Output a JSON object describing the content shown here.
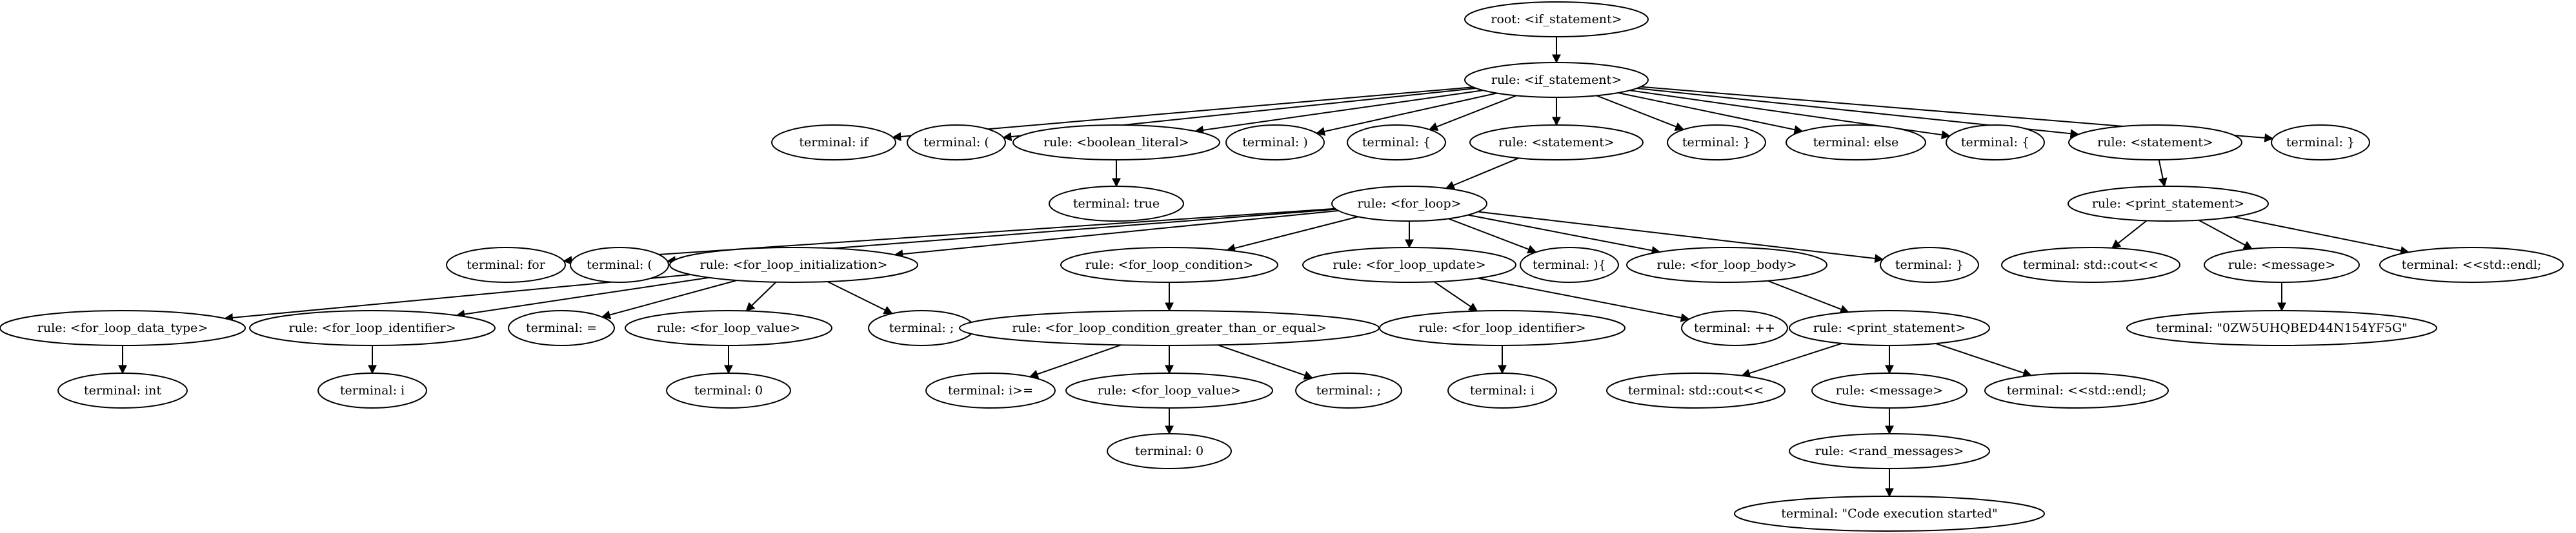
{
  "diagram": {
    "colors": {
      "stroke": "#000000",
      "fill": "#ffffff",
      "text": "#000000"
    },
    "nodes": [
      {
        "id": "root",
        "label": "root: <if_statement>",
        "children": [
          "if"
        ]
      },
      {
        "id": "if",
        "label": "rule: <if_statement>",
        "children": [
          "t_if",
          "t_lp",
          "bool",
          "t_rp",
          "t_lb1",
          "stmt1",
          "t_rb1",
          "t_else",
          "t_lb2",
          "stmt2",
          "t_rb2"
        ]
      },
      {
        "id": "t_if",
        "label": "terminal: if",
        "children": []
      },
      {
        "id": "t_lp",
        "label": "terminal: (",
        "children": []
      },
      {
        "id": "bool",
        "label": "rule: <boolean_literal>",
        "children": [
          "t_true"
        ]
      },
      {
        "id": "t_rp",
        "label": "terminal: )",
        "children": []
      },
      {
        "id": "t_lb1",
        "label": "terminal: {",
        "children": []
      },
      {
        "id": "stmt1",
        "label": "rule: <statement>",
        "children": [
          "forloop"
        ]
      },
      {
        "id": "t_rb1",
        "label": "terminal: }",
        "children": []
      },
      {
        "id": "t_else",
        "label": "terminal: else",
        "children": []
      },
      {
        "id": "t_lb2",
        "label": "terminal: {",
        "children": []
      },
      {
        "id": "stmt2",
        "label": "rule: <statement>",
        "children": [
          "print1"
        ]
      },
      {
        "id": "t_rb2",
        "label": "terminal: }",
        "children": []
      },
      {
        "id": "t_true",
        "label": "terminal: true",
        "children": []
      },
      {
        "id": "forloop",
        "label": "rule: <for_loop>",
        "children": [
          "t_for",
          "t_lp2",
          "finit",
          "fcond",
          "fupd",
          "t_rpb",
          "fbody",
          "t_rb3"
        ]
      },
      {
        "id": "print1",
        "label": "rule: <print_statement>",
        "children": [
          "t_cout1",
          "msg1",
          "t_endl1"
        ]
      },
      {
        "id": "t_for",
        "label": "terminal: for",
        "children": []
      },
      {
        "id": "t_lp2",
        "label": "terminal: (",
        "children": []
      },
      {
        "id": "finit",
        "label": "rule: <for_loop_initialization>",
        "children": [
          "fdtype",
          "fid1",
          "t_eq",
          "fval1",
          "t_semi1"
        ]
      },
      {
        "id": "fcond",
        "label": "rule: <for_loop_condition>",
        "children": [
          "fgte"
        ]
      },
      {
        "id": "fupd",
        "label": "rule: <for_loop_update>",
        "children": [
          "fid2",
          "t_pp"
        ]
      },
      {
        "id": "t_rpb",
        "label": "terminal: ){",
        "children": []
      },
      {
        "id": "fbody",
        "label": "rule: <for_loop_body>",
        "children": [
          "print2"
        ]
      },
      {
        "id": "t_rb3",
        "label": "terminal: }",
        "children": []
      },
      {
        "id": "t_cout1",
        "label": "terminal: std::cout<<",
        "children": []
      },
      {
        "id": "msg1",
        "label": "rule: <message>",
        "children": [
          "t_str1"
        ]
      },
      {
        "id": "t_endl1",
        "label": "terminal: <<std::endl;",
        "children": []
      },
      {
        "id": "fdtype",
        "label": "rule: <for_loop_data_type>",
        "children": [
          "t_int"
        ]
      },
      {
        "id": "fid1",
        "label": "rule: <for_loop_identifier>",
        "children": [
          "t_i1"
        ]
      },
      {
        "id": "t_eq",
        "label": "terminal: =",
        "children": []
      },
      {
        "id": "fval1",
        "label": "rule: <for_loop_value>",
        "children": [
          "t_01"
        ]
      },
      {
        "id": "t_semi1",
        "label": "terminal: ;",
        "children": []
      },
      {
        "id": "fgte",
        "label": "rule: <for_loop_condition_greater_than_or_equal>",
        "children": [
          "t_igte",
          "fval2",
          "t_semi2"
        ]
      },
      {
        "id": "fid2",
        "label": "rule: <for_loop_identifier>",
        "children": [
          "t_i2"
        ]
      },
      {
        "id": "t_pp",
        "label": "terminal: ++",
        "children": []
      },
      {
        "id": "print2",
        "label": "rule: <print_statement>",
        "children": [
          "t_cout2",
          "msg2",
          "t_endl2"
        ]
      },
      {
        "id": "t_str1",
        "label": "terminal: \"0ZW5UHQBED44N154YF5G\"",
        "children": []
      },
      {
        "id": "t_int",
        "label": "terminal: int",
        "children": []
      },
      {
        "id": "t_i1",
        "label": "terminal: i",
        "children": []
      },
      {
        "id": "t_01",
        "label": "terminal: 0",
        "children": []
      },
      {
        "id": "t_igte",
        "label": "terminal: i>=",
        "children": []
      },
      {
        "id": "fval2",
        "label": "rule: <for_loop_value>",
        "children": [
          "t_02"
        ]
      },
      {
        "id": "t_semi2",
        "label": "terminal: ;",
        "children": []
      },
      {
        "id": "t_i2",
        "label": "terminal: i",
        "children": []
      },
      {
        "id": "t_cout2",
        "label": "terminal: std::cout<<",
        "children": []
      },
      {
        "id": "msg2",
        "label": "rule: <message>",
        "children": [
          "randmsg"
        ]
      },
      {
        "id": "t_endl2",
        "label": "terminal: <<std::endl;",
        "children": []
      },
      {
        "id": "t_02",
        "label": "terminal: 0",
        "children": []
      },
      {
        "id": "randmsg",
        "label": "rule: <rand_messages>",
        "children": [
          "t_str2"
        ]
      },
      {
        "id": "t_str2",
        "label": "terminal: \"Code execution started\"",
        "children": []
      }
    ]
  }
}
